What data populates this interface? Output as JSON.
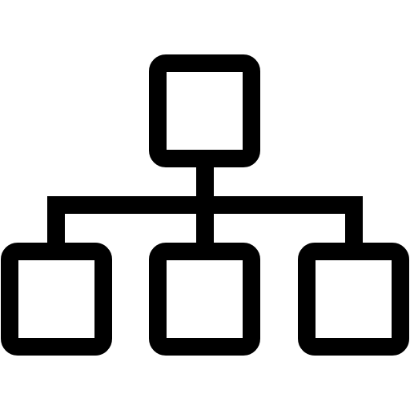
{
  "icon": {
    "name": "sitemap-icon",
    "stroke_color": "#000000",
    "fill_color": "#ffffff"
  },
  "nodes": [
    {
      "name": "root",
      "label": ""
    },
    {
      "name": "child-left",
      "label": ""
    },
    {
      "name": "child-center",
      "label": ""
    },
    {
      "name": "child-right",
      "label": ""
    }
  ]
}
